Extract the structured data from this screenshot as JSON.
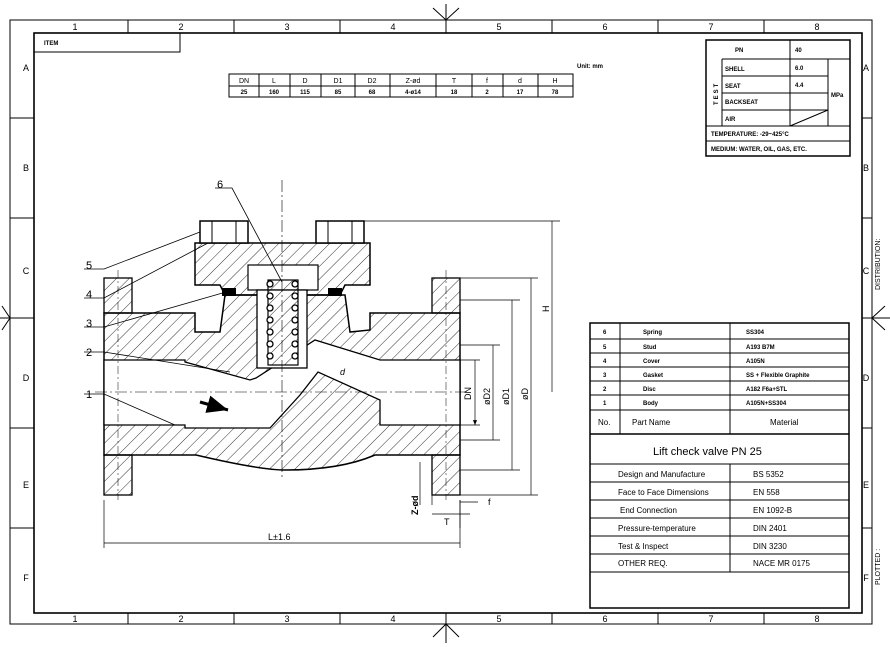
{
  "frame": {
    "columns": [
      "1",
      "2",
      "3",
      "4",
      "5",
      "6",
      "7",
      "8"
    ],
    "rows": [
      "A",
      "B",
      "C",
      "D",
      "E",
      "F"
    ],
    "side_label_distribution": "DISTRIBUTION:",
    "side_label_plotted": "PLOTTED :"
  },
  "item_label": "ITEM",
  "unit": "Unit: mm",
  "dimension_table": {
    "headers": [
      "DN",
      "L",
      "D",
      "D1",
      "D2",
      "Z-ød",
      "T",
      "f",
      "d",
      "H"
    ],
    "values": [
      "25",
      "160",
      "115",
      "85",
      "68",
      "4-ø14",
      "18",
      "2",
      "17",
      "78"
    ]
  },
  "test_table": {
    "pn_label": "PN",
    "pn_value": "40",
    "test_label": "TEST",
    "rows": [
      {
        "name": "SHELL",
        "value": "6.0"
      },
      {
        "name": "SEAT",
        "value": "4.4"
      },
      {
        "name": "BACKSEAT",
        "value": ""
      },
      {
        "name": "AIR",
        "value": ""
      }
    ],
    "unit": "MPa",
    "temperature": "TEMPERATURE: -29~425°C",
    "medium": "MEDIUM: WATER, OIL, GAS, ETC."
  },
  "parts_list": {
    "rows": [
      {
        "no": "6",
        "name": "Spring",
        "material": "SS304"
      },
      {
        "no": "5",
        "name": "Stud",
        "material": "A193 B7M"
      },
      {
        "no": "4",
        "name": "Cover",
        "material": "A105N"
      },
      {
        "no": "3",
        "name": "Gasket",
        "material": "SS + Flexible Graphite"
      },
      {
        "no": "2",
        "name": "Disc",
        "material": "A182 F6a+STL"
      },
      {
        "no": "1",
        "name": "Body",
        "material": "A105N+SS304"
      }
    ],
    "header_no": "No.",
    "header_name": "Part Name",
    "header_material": "Material"
  },
  "title": "Lift check valve  PN 25",
  "standards": [
    {
      "label": "Design and Manufacture",
      "value": "BS 5352"
    },
    {
      "label": "Face to Face Dimensions",
      "value": "EN 558"
    },
    {
      "label": "End Connection",
      "value": "EN 1092-B"
    },
    {
      "label": "Pressure-temperature",
      "value": "DIN 2401"
    },
    {
      "label": "Test & Inspect",
      "value": "DIN 3230"
    },
    {
      "label": "OTHER REQ.",
      "value": "NACE MR 0175"
    }
  ],
  "drawing_labels": {
    "callouts": [
      "1",
      "2",
      "3",
      "4",
      "5",
      "6"
    ],
    "dn": "DN",
    "d2": "øD2",
    "d1": "øD1",
    "d": "øD",
    "h": "H",
    "zd": "Z-ød",
    "f": "f",
    "t": "T",
    "l": "L±1.6",
    "bore_d": "d"
  }
}
